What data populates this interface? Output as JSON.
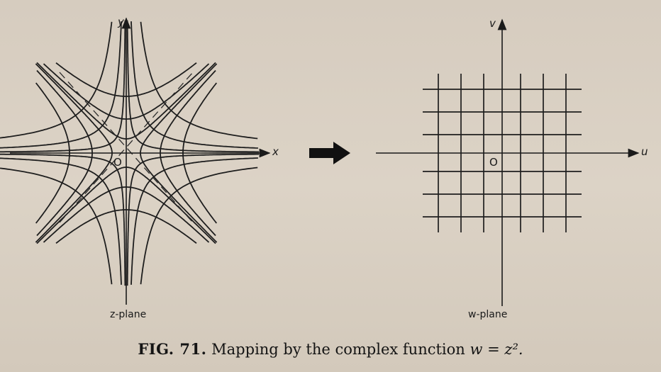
{
  "figure": {
    "z_plane": {
      "axis_x": "x",
      "axis_y": "y",
      "origin": "O",
      "plane_label": "z-plane"
    },
    "w_plane": {
      "axis_u": "u",
      "axis_v": "v",
      "origin": "O",
      "plane_label": "w-plane"
    },
    "caption": {
      "number": "FIG. 71.",
      "text": "Mapping by the complex function",
      "formula": "w = z².",
      "function": "w = z^2"
    }
  }
}
